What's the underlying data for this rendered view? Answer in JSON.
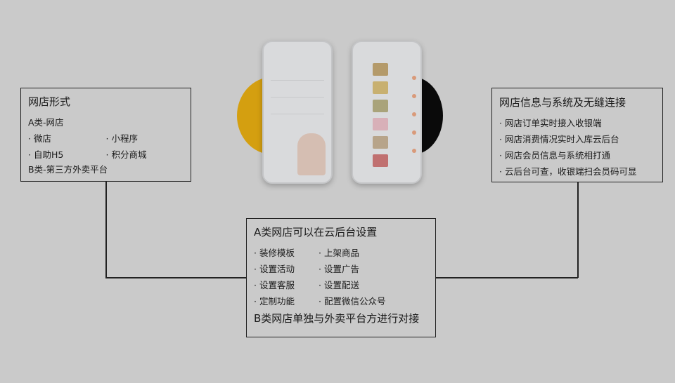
{
  "colors": {
    "background": "#cacaca",
    "yellow_circle": "#d49f10",
    "black_circle": "#0a0a0a"
  },
  "left_box": {
    "title": "网店形式",
    "a_heading": "A类-网店",
    "items": [
      "· 微店",
      "· 小程序",
      "· 自助H5",
      "· 积分商城"
    ],
    "b_heading": "B类-第三方外卖平台"
  },
  "right_box": {
    "title": "网店信息与系统及无缝连接",
    "items": [
      "· 网店订单实时接入收银端",
      "· 网店消费情况实时入库云后台",
      "· 网店会员信息与系统相打通",
      "· 云后台可查，收银端扫会员码可显"
    ]
  },
  "bottom_box": {
    "title": "A类网店可以在云后台设置",
    "items": [
      "· 装修模板",
      "· 上架商品",
      "· 设置活动",
      "· 设置广告",
      "· 设置客服",
      "· 设置配送",
      "· 定制功能",
      "· 配置微信公众号"
    ],
    "footer": "B类网店单独与外卖平台方进行对接"
  }
}
